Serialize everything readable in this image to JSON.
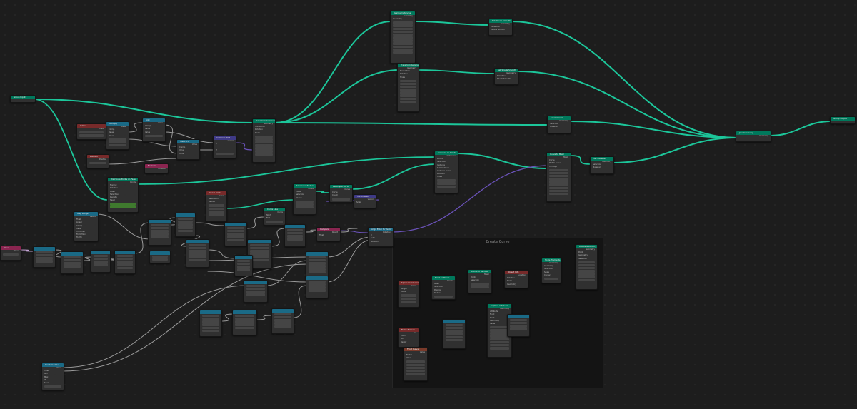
{
  "editor": {
    "title": "Geometry Node Editor",
    "frame_label": "Create Curve"
  },
  "colors": {
    "geometry_wire": "#1cc69a",
    "float_wire": "#9a9a9a",
    "vector_wire": "#6a52b8",
    "bool_wire": "#c7a7d8",
    "geometry_header": "#00795c",
    "input_header": "#772a2a",
    "converter_header": "#1a6a86",
    "vector_header": "#3f3a86",
    "field_header": "#8a2550"
  },
  "nodes": {
    "group_input": {
      "title": "Group Input",
      "rows": [
        "Geometry"
      ]
    },
    "group_output": {
      "title": "Group Output",
      "rows": [
        "Geometry"
      ]
    },
    "join_geometry": {
      "title": "Join Geometry",
      "rows": [
        "Geometry",
        "Geometry"
      ]
    },
    "realize_instances": {
      "title": "Realize Instances",
      "rows": [
        "Geometry",
        "Geometry"
      ]
    },
    "transform_top": {
      "title": "Transform Geometry",
      "rows": [
        "Geometry",
        "Translation",
        "Rotation",
        "Scale"
      ]
    },
    "transform_mid": {
      "title": "Transform Geometry",
      "rows": [
        "Geometry",
        "Translation",
        "Rotation",
        "Scale"
      ]
    },
    "set_shade_top": {
      "title": "Set Shade Smooth",
      "rows": [
        "Geometry",
        "Selection",
        "Shade Smooth"
      ]
    },
    "set_shade_mid": {
      "title": "Set Shade Smooth",
      "rows": [
        "Geometry",
        "Selection",
        "Shade Smooth"
      ]
    },
    "set_material_1": {
      "title": "Set Material",
      "rows": [
        "Geometry",
        "Selection",
        "Material"
      ]
    },
    "set_material_2": {
      "title": "Set Material",
      "rows": [
        "Geometry",
        "Selection",
        "Material"
      ]
    },
    "curve_to_mesh": {
      "title": "Curve to Mesh",
      "rows": [
        "Mesh",
        "Curve",
        "Profile Curve",
        "Fill Caps"
      ]
    },
    "instance_on_points": {
      "title": "Instance on Points",
      "rows": [
        "Instances",
        "Points",
        "Selection",
        "Instance",
        "Pick Instance",
        "Instance Index",
        "Rotation",
        "Scale"
      ]
    },
    "distribute_points": {
      "title": "Distribute Points on Faces",
      "rows": [
        "Points",
        "Normal",
        "Rotation",
        "Mesh",
        "Selection",
        "Density",
        "Seed"
      ]
    },
    "resample_curve": {
      "title": "Resample Curve",
      "rows": [
        "Curve",
        "Curve",
        "Count"
      ]
    },
    "set_curve_radius": {
      "title": "Set Curve Radius",
      "rows": [
        "Curve",
        "Curve",
        "Selection",
        "Radius"
      ]
    },
    "curve_circle": {
      "title": "Curve Circle",
      "rows": [
        "Curve",
        "Resolution",
        "Radius"
      ]
    },
    "curve_line": {
      "title": "Curve Line",
      "rows": [
        "Curve",
        "Start",
        "End"
      ]
    },
    "combine_xyz": {
      "title": "Combine XYZ",
      "rows": [
        "Vector",
        "X",
        "Y",
        "Z"
      ]
    },
    "math_multiply": {
      "title": "Multiply",
      "rows": [
        "Value",
        "Clamp",
        "Value",
        "Value"
      ]
    },
    "math_add": {
      "title": "Add",
      "rows": [
        "Value",
        "Clamp",
        "Value",
        "Value"
      ]
    },
    "math_subtract": {
      "title": "Subtract",
      "rows": [
        "Value",
        "Clamp",
        "Value",
        "Value"
      ]
    },
    "map_range": {
      "title": "Map Range",
      "rows": [
        "Result",
        "Float",
        "Linear",
        "Clamp",
        "Value",
        "From Min",
        "From Max",
        "To Min",
        "To Max"
      ]
    },
    "random_value": {
      "title": "Random Value",
      "rows": [
        "Value",
        "Float",
        "Min",
        "Max",
        "ID",
        "Seed"
      ]
    },
    "spline_parameter": {
      "title": "Spline Parameter",
      "rows": [
        "Factor",
        "Length",
        "Index"
      ]
    },
    "index": {
      "title": "Index",
      "rows": [
        "Index"
      ]
    },
    "position": {
      "title": "Position",
      "rows": [
        "Position"
      ]
    },
    "noise_texture": {
      "title": "Noise Texture",
      "rows": [
        "Fac",
        "Color",
        "3D",
        "Vector",
        "Scale",
        "Detail",
        "Roughness",
        "Distortion"
      ]
    },
    "value_input": {
      "title": "Value",
      "rows": [
        "Value"
      ]
    },
    "vector_math": {
      "title": "Vector Math",
      "rows": [
        "Vector",
        "Scale",
        "Vector",
        "Scale"
      ]
    },
    "compare": {
      "title": "Compare",
      "rows": [
        "Result",
        "Float",
        "Less Than",
        "A",
        "B"
      ]
    },
    "align_euler": {
      "title": "Align Euler to Vector",
      "rows": [
        "Rotation",
        "X",
        "Auto",
        "Rotation",
        "Factor",
        "Vector"
      ]
    },
    "float_curve": {
      "title": "Float Curve",
      "rows": [
        "Value",
        "Factor",
        "Value"
      ]
    },
    "boolean": {
      "title": "Boolean",
      "rows": [
        "Boolean"
      ]
    },
    "mesh_to_points": {
      "title": "Mesh to Points",
      "rows": [
        "Points",
        "Mesh",
        "Selection",
        "Position",
        "Radius"
      ]
    },
    "capture_attribute": {
      "title": "Capture Attribute",
      "rows": [
        "Geometry",
        "Attribute",
        "Float",
        "Point",
        "Geometry",
        "Value"
      ]
    },
    "points_to_vertices": {
      "title": "Points to Vertices",
      "rows": [
        "Mesh",
        "Points",
        "Selection"
      ]
    },
    "object_info": {
      "title": "Object Info",
      "rows": [
        "Location",
        "Rotation",
        "Scale",
        "Geometry",
        "Original",
        "Relative"
      ]
    },
    "scale_elements": {
      "title": "Scale Elements",
      "rows": [
        "Geometry",
        "Geometry",
        "Selection",
        "Scale",
        "Center"
      ]
    },
    "delete_geometry": {
      "title": "Delete Geometry",
      "rows": [
        "Geometry",
        "Point",
        "Geometry",
        "Selection"
      ]
    }
  }
}
